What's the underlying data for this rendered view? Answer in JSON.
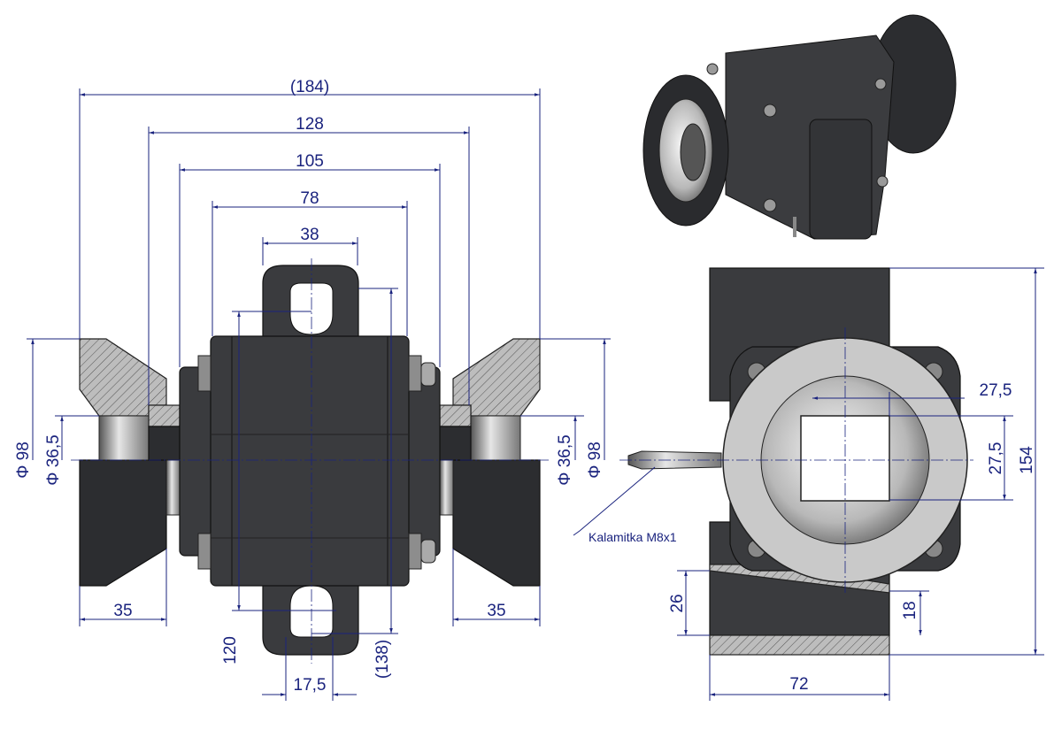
{
  "front_view": {
    "dim_overall": "(184)",
    "dim_128": "128",
    "dim_105": "105",
    "dim_78": "78",
    "dim_38": "38",
    "dim_phi98_left": "Φ 98",
    "dim_phi365_left": "Φ 36,5",
    "dim_phi365_right": "Φ 36,5",
    "dim_phi98_right": "Φ 98",
    "dim_35_left": "35",
    "dim_35_right": "35",
    "dim_120": "120",
    "dim_138": "(138)",
    "dim_175": "17,5"
  },
  "side_view": {
    "dim_275_h": "27,5",
    "dim_275_v": "27,5",
    "dim_154": "154",
    "dim_26": "26",
    "dim_18": "18",
    "dim_72": "72",
    "grease_label": "Kalamitka M8x1"
  },
  "colors": {
    "dimension": "#1a237e",
    "body": "#3a3b3e"
  }
}
